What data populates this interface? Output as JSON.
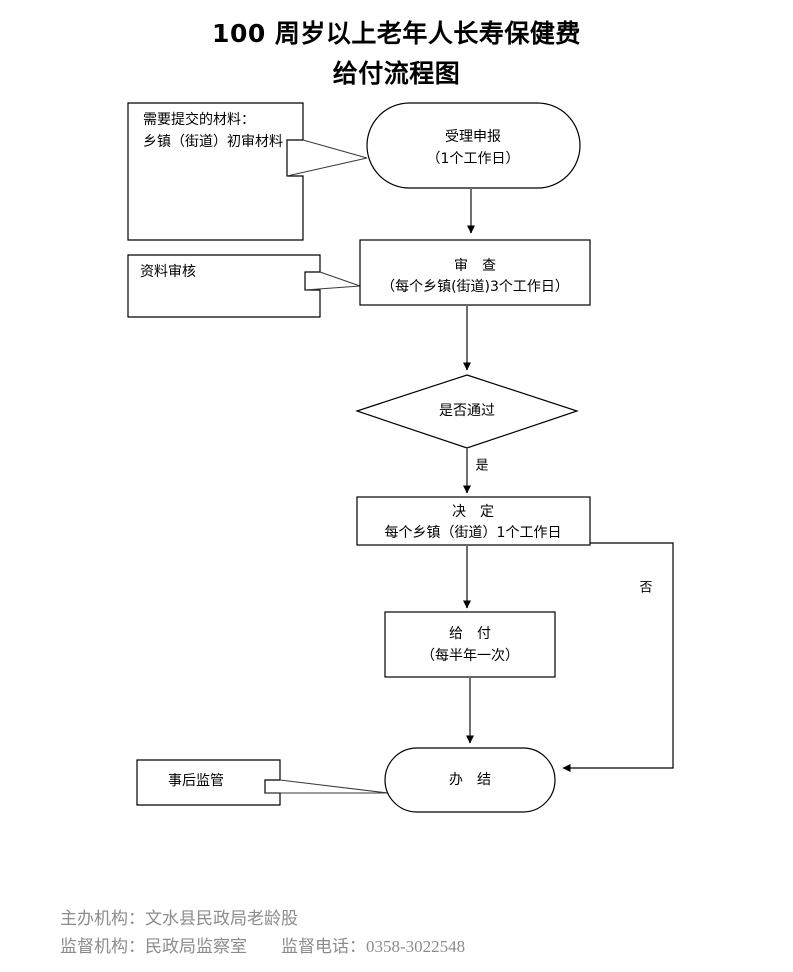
{
  "document": {
    "title_lines": [
      "100 周岁以上老年人长寿保健费",
      "给付流程图"
    ]
  },
  "chart_data": {
    "type": "diagram",
    "diagram_kind": "flowchart",
    "orientation": "top-to-bottom",
    "nodes": [
      {
        "id": "accept",
        "shape": "stadium",
        "lines": [
          "受理申报",
          "（1个工作日）"
        ]
      },
      {
        "id": "review",
        "shape": "rectangle",
        "lines": [
          "审　查",
          "（每个乡镇(街道)3个工作日）"
        ]
      },
      {
        "id": "decision",
        "shape": "diamond",
        "lines": [
          "是否通过"
        ]
      },
      {
        "id": "decide",
        "shape": "rectangle",
        "lines": [
          "决　定",
          "每个乡镇（街道）1个工作日"
        ]
      },
      {
        "id": "payment",
        "shape": "rectangle",
        "lines": [
          "给　付",
          "（每半年一次）"
        ]
      },
      {
        "id": "finish",
        "shape": "stadium",
        "lines": [
          "办　结"
        ]
      }
    ],
    "notes": [
      {
        "id": "note-materials",
        "shape": "callout-rectangle",
        "lines": [
          "需要提交的材料：",
          "乡镇（街道）初审材料"
        ],
        "points_to": "accept"
      },
      {
        "id": "note-audit",
        "shape": "callout-rectangle",
        "lines": [
          "资料审核"
        ],
        "points_to": "review"
      },
      {
        "id": "note-supervision",
        "shape": "callout-rectangle",
        "lines": [
          "事后监管"
        ],
        "points_to": "finish"
      }
    ],
    "edges": [
      {
        "from": "accept",
        "to": "review",
        "label": ""
      },
      {
        "from": "review",
        "to": "decision",
        "label": ""
      },
      {
        "from": "decision",
        "to": "decide",
        "label": "是"
      },
      {
        "from": "decide",
        "to": "payment",
        "label": ""
      },
      {
        "from": "payment",
        "to": "finish",
        "label": ""
      },
      {
        "from": "decide",
        "to": "finish",
        "label": "否"
      }
    ],
    "branch_labels": {
      "yes": "是",
      "no": "否"
    },
    "colors": {
      "shape_stroke": "#000000",
      "shape_fill": "#ffffff",
      "connector": "#6e6e6e",
      "text": "#000000",
      "footer_text": "#8c8c8c",
      "background": "#ffffff"
    }
  },
  "footer": {
    "lines": [
      "主办机构：文水县民政局老龄股",
      "监督机构：民政局监察室　　监督电话：0358-3022548"
    ]
  }
}
